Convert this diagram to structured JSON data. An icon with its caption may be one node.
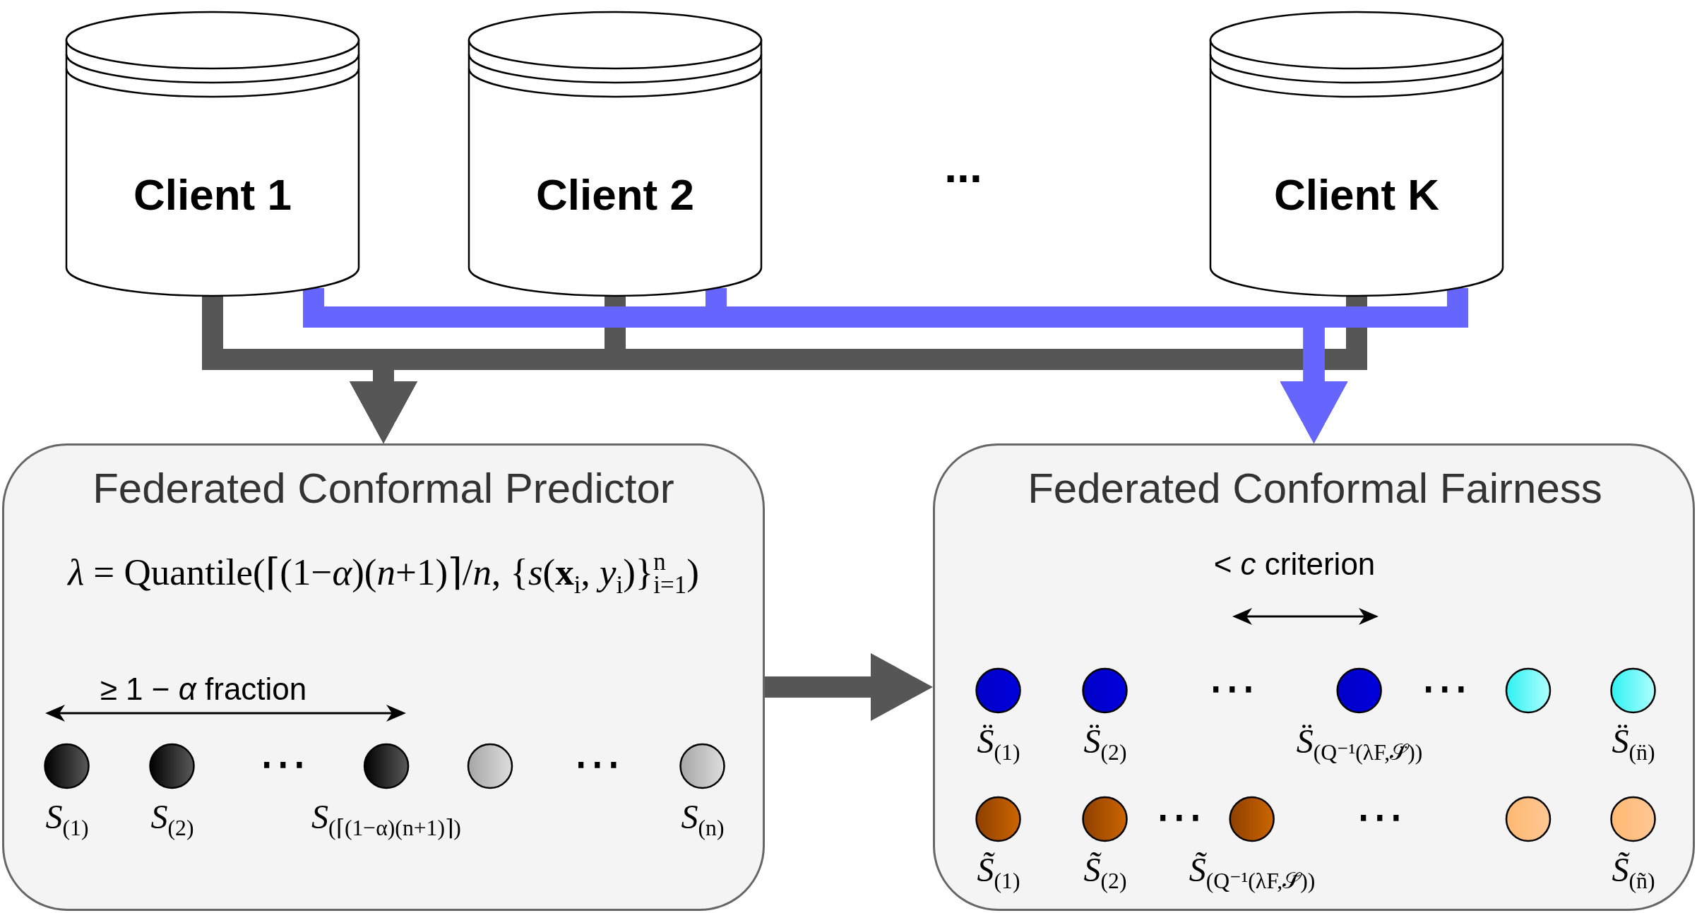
{
  "diagram": {
    "nodes": [
      {
        "text": [
          "Client 1"
        ]
      },
      {
        "text": [
          "Client 2"
        ]
      },
      {
        "text": [
          "Client K"
        ]
      },
      {
        "text": [
          "Federated Conformal Predictor",
          "*λ* = Quantile(⌈(1−*α*)(*n*+1)⌉/*n*, {*s*(**x**$_{i}$, *y*$_{i}$)}$^{n}$$_{i=1}$)"
        ]
      },
      {
        "text": [],
        "shape": "circle",
        "in": 3,
        "beside": [
          "S$_{(1)}$"
        ]
      },
      {
        "text": [],
        "shape": "circle",
        "in": 3,
        "beside": [
          "S$_{(2)}$"
        ]
      },
      {
        "text": [],
        "shape": "circle",
        "in": 3,
        "beside": [
          "S$_{(⌈(1−α)(n+1)⌉)}$"
        ]
      },
      {
        "text": [],
        "shape": "circle",
        "in": 3
      },
      {
        "text": [],
        "shape": "circle",
        "in": 3,
        "beside": [
          "S$_{(n)}$"
        ]
      },
      {
        "text": [
          "Federated Conformal Fairness"
        ]
      },
      {
        "text": [],
        "shape": "circle",
        "in": 9,
        "beside": [
          "S̈$_{(1)}$"
        ]
      },
      {
        "text": [],
        "shape": "circle",
        "in": 9,
        "beside": [
          "S̈$_{(2)}$"
        ]
      },
      {
        "text": [],
        "shape": "circle",
        "in": 9,
        "beside": [
          "S̈$_{(Q⁻¹(λF,𝒮̈))}$"
        ]
      },
      {
        "text": [],
        "shape": "circle",
        "in": 9
      },
      {
        "text": [],
        "shape": "circle",
        "in": 9,
        "beside": [
          "S̈$_{(n̈)}$"
        ]
      },
      {
        "text": [],
        "shape": "circle",
        "in": 9,
        "beside": [
          "S̃$_{(1)}$"
        ]
      },
      {
        "text": [],
        "shape": "circle",
        "in": 9,
        "beside": [
          "S̃$_{(2)}$"
        ]
      },
      {
        "text": [],
        "shape": "circle",
        "in": 9,
        "beside": [
          "S̃$_{(Q⁻¹(λF,𝒮̃))}$"
        ]
      },
      {
        "text": [],
        "shape": "circle",
        "in": 9
      },
      {
        "text": [],
        "shape": "circle",
        "in": 9,
        "beside": [
          "S̃$_{(ñ)}$"
        ]
      }
    ],
    "edges": [
      {
        "from": 0,
        "to": 3,
        "arrow": "to"
      },
      {
        "from": 1,
        "to": 3,
        "arrow": "to"
      },
      {
        "from": 2,
        "to": 3,
        "arrow": "to"
      },
      {
        "from": 0,
        "to": 9,
        "arrow": "to",
        "color": "#6666ff"
      },
      {
        "from": 1,
        "to": 9,
        "arrow": "to",
        "color": "#6666ff"
      },
      {
        "from": 2,
        "to": 9,
        "arrow": "to",
        "color": "#6666ff"
      },
      {
        "from": 3,
        "to": 9,
        "arrow": "to"
      }
    ],
    "labels": [
      "...",
      "≥ 1 − *α* fraction",
      "⋯",
      "⋯",
      "< *c* criterion",
      "⋯",
      "⋯",
      "⋯",
      "⋯"
    ]
  }
}
